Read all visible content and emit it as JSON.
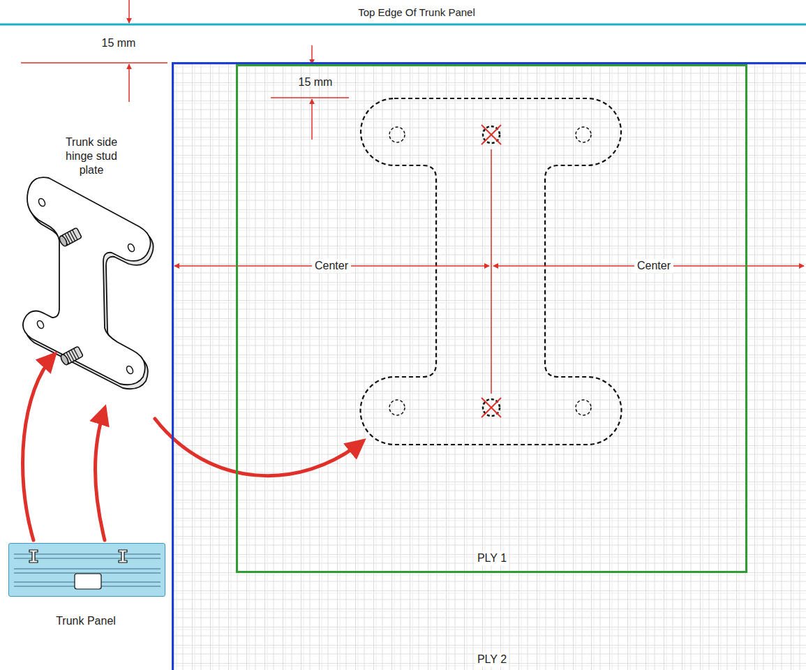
{
  "diagram": {
    "nodes": [
      {
        "text": [
          "PLY 2"
        ]
      },
      {
        "text": [
          "PLY 1"
        ],
        "in": 0
      },
      {
        "text": [
          "Trunk Panel"
        ]
      }
    ],
    "labels": [
      "Top Edge Of Trunk Panel",
      "15 mm",
      "15 mm",
      "Trunk side hinge stud plate",
      "Center",
      "Center"
    ]
  }
}
